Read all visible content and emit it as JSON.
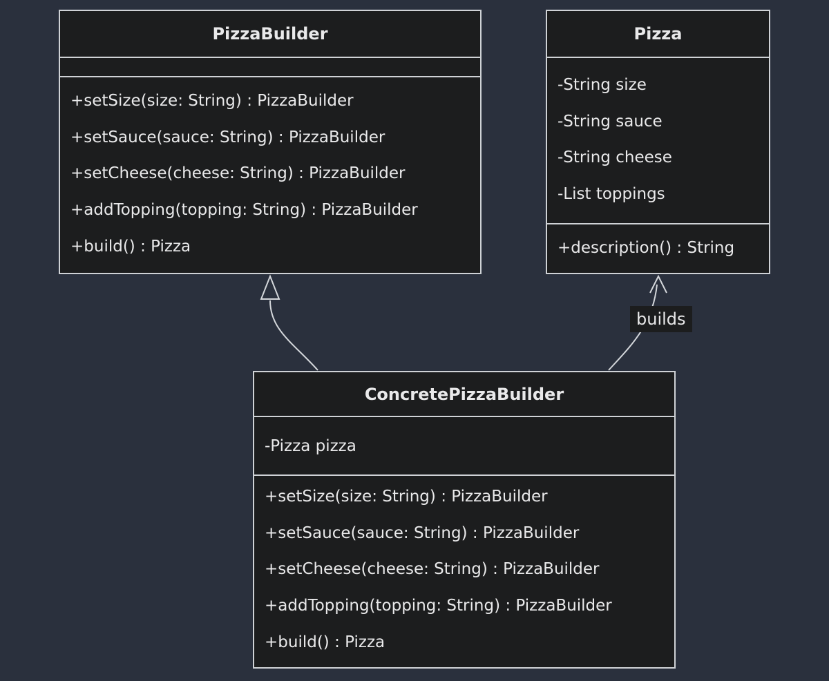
{
  "diagram": {
    "colors": {
      "background": "#2a303d",
      "node_fill": "#1c1d1e",
      "border": "#cfd2d6",
      "text": "#e9e9ea",
      "arrow": "#d4d7db"
    },
    "classes": [
      {
        "name": "PizzaBuilder",
        "attributes": [],
        "methods": [
          "+setSize(size: String) : PizzaBuilder",
          "+setSauce(sauce: String) : PizzaBuilder",
          "+setCheese(cheese: String) : PizzaBuilder",
          "+addTopping(topping: String) : PizzaBuilder",
          "+build() : Pizza"
        ]
      },
      {
        "name": "Pizza",
        "attributes": [
          "-String size",
          "-String sauce",
          "-String cheese",
          "-List toppings"
        ],
        "methods": [
          "+description() : String"
        ]
      },
      {
        "name": "ConcretePizzaBuilder",
        "attributes": [
          "-Pizza pizza"
        ],
        "methods": [
          "+setSize(size: String) : PizzaBuilder",
          "+setSauce(sauce: String) : PizzaBuilder",
          "+setCheese(cheese: String) : PizzaBuilder",
          "+addTopping(topping: String) : PizzaBuilder",
          "+build() : Pizza"
        ]
      }
    ],
    "relationships": [
      {
        "from": "ConcretePizzaBuilder",
        "to": "PizzaBuilder",
        "type": "inheritance",
        "label": ""
      },
      {
        "from": "ConcretePizzaBuilder",
        "to": "Pizza",
        "type": "association",
        "label": "builds"
      }
    ]
  }
}
